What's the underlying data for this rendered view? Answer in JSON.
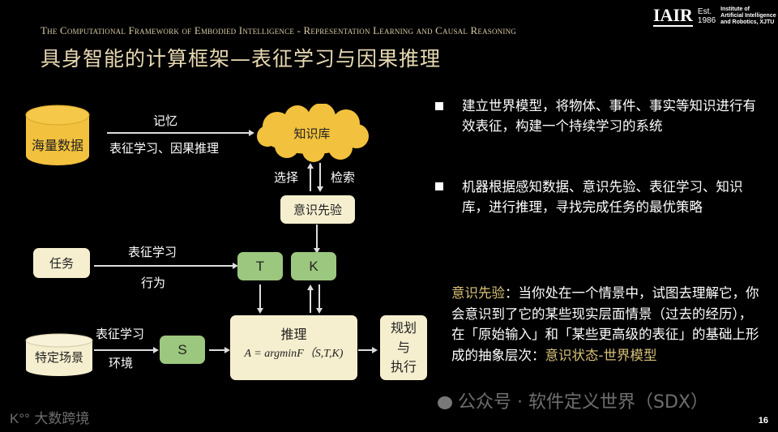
{
  "header": {
    "subtitle": "The Computational Framework of Embodied Intelligence - Representation Learning and Causal Reasoning",
    "title": "具身智能的计算框架—表征学习与因果推理"
  },
  "logo": {
    "name": "IAIR",
    "est_line1": "Est.",
    "est_line2": "1986",
    "inst_line1": "Institute of",
    "inst_line2": "Artificial Intelligence",
    "inst_line3": "and Robotics, XJTU"
  },
  "diagram": {
    "massive_data": "海量数据",
    "memory_label": "记忆",
    "repr_causal_label": "表征学习、因果推理",
    "knowledge_base": "知识库",
    "select_label": "选择",
    "retrieve_label": "检索",
    "conscious_prior": "意识先验",
    "task": "任务",
    "task_top_label": "表征学习",
    "task_bottom_label": "行为",
    "T": "T",
    "K": "K",
    "scene": "特定场景",
    "scene_top_label": "表征学习",
    "scene_bottom_label": "环境",
    "S": "S",
    "reasoning_title": "推理",
    "reasoning_formula": "A = argminF（S,T,K)",
    "plan_exec_1": "规划",
    "plan_exec_2": "与",
    "plan_exec_3": "执行"
  },
  "colors": {
    "gold_fill": "#f2c13d",
    "cream_fill": "#f6efcf",
    "green_fill": "#9cc77e",
    "title_color": "#e8d9b2",
    "highlight": "#d9c27a"
  },
  "bullets": [
    {
      "text": "建立世界模型，将物体、事件、事实等知识进行有效表征，构建一个持续学习的系统"
    },
    {
      "text": "机器根据感知数据、意识先验、表征学习、知识库，进行推理，寻找完成任务的最优策略"
    }
  ],
  "paragraph": {
    "term": "意识先验",
    "body": "：当你处在一个情景中，试图去理解它，你会意识到了它的某些现实层面情景（过去的经历），在「原始输入」和「某些更高级的表征」的基础上形成的抽象层次：",
    "highlight_end": "意识状态-世界模型"
  },
  "watermarks": {
    "left": "大数跨境",
    "right": "公众号 · 软件定义世界（SDX）"
  },
  "page_number": "16"
}
